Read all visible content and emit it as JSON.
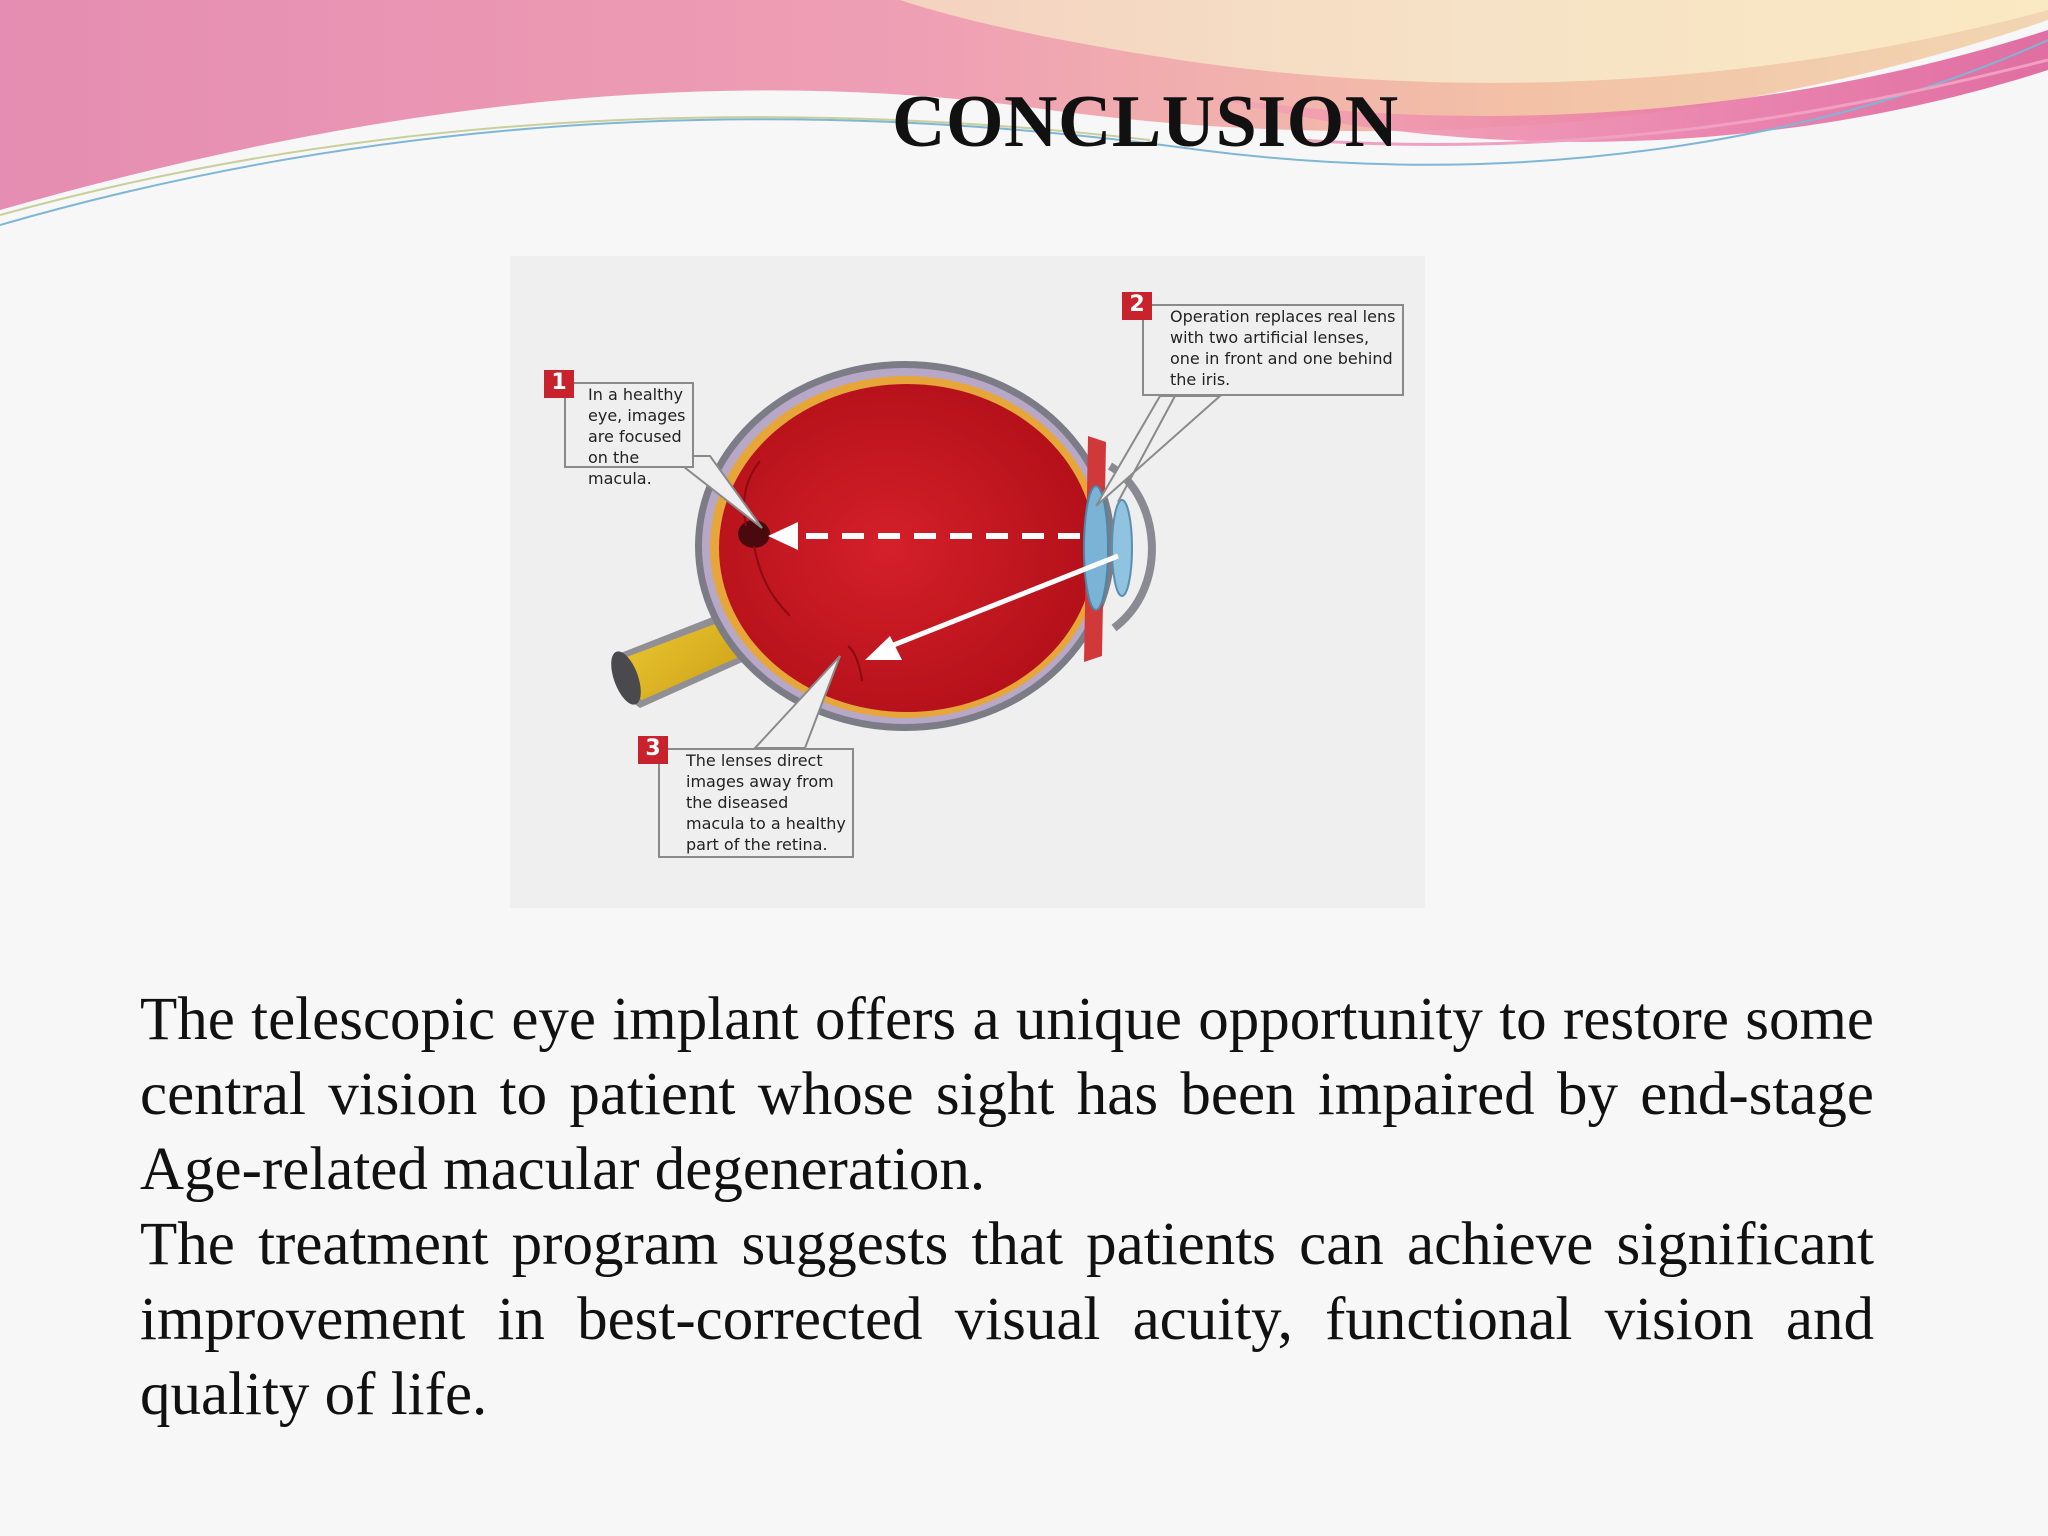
{
  "slide": {
    "title": "CONCLUSION",
    "paragraphs": [
      "The telescopic eye implant offers  a unique opportunity to restore some central vision to patient whose sight has been impaired by end-stage Age-related macular degeneration.",
      "The treatment program suggests that patients can achieve significant improvement in best-corrected visual acuity, functional vision and quality of life."
    ]
  },
  "figure": {
    "callouts": [
      {
        "number": "1",
        "text": "In a healthy eye, images are focused on the macula."
      },
      {
        "number": "2",
        "text": "Operation replaces real lens with two artificial lenses, one in front and one behind the iris."
      },
      {
        "number": "3",
        "text": "The lenses direct images away from the diseased macula to a healthy part of the retina."
      }
    ],
    "colors": {
      "eyeball_interior": "#c0121d",
      "optic_nerve": "#e6c21a",
      "callout_badge": "#c8232c",
      "lens": "#8fc3e0"
    }
  },
  "theme": {
    "banner_pink": "#e48ab0",
    "banner_peach": "#f3c9a0",
    "banner_magenta": "#e06aa0"
  }
}
